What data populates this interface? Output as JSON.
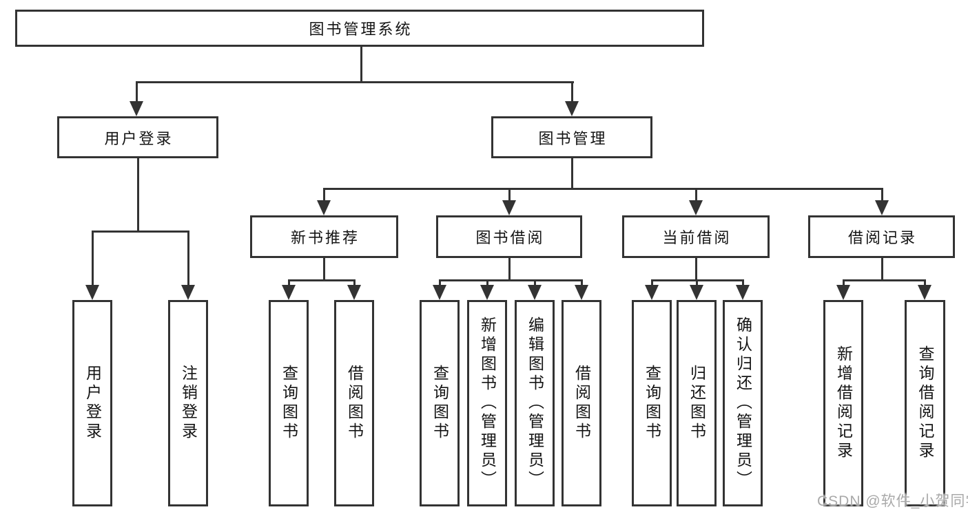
{
  "diagram": {
    "root": {
      "label": "图书管理系统"
    },
    "branches": [
      {
        "label": "用户登录",
        "children": [
          {
            "label": "用户登录"
          },
          {
            "label": "注销登录"
          }
        ]
      },
      {
        "label": "图书管理",
        "children": [
          {
            "label": "新书推荐",
            "children": [
              {
                "label": "查询图书"
              },
              {
                "label": "借阅图书"
              }
            ]
          },
          {
            "label": "图书借阅",
            "children": [
              {
                "label": "查询图书"
              },
              {
                "label": "新增图书（管理员）"
              },
              {
                "label": "编辑图书（管理员）"
              },
              {
                "label": "借阅图书"
              }
            ]
          },
          {
            "label": "当前借阅",
            "children": [
              {
                "label": "查询图书"
              },
              {
                "label": "归还图书"
              },
              {
                "label": "确认归还（管理员）"
              }
            ]
          },
          {
            "label": "借阅记录",
            "children": [
              {
                "label": "新增借阅记录"
              },
              {
                "label": "查询借阅记录"
              }
            ]
          }
        ]
      }
    ],
    "watermark": "CSDN @软件_小贺同学",
    "colors": {
      "line": "#333333",
      "text": "#141414",
      "background": "#ffffff",
      "watermark": "#a9a9a9"
    }
  }
}
